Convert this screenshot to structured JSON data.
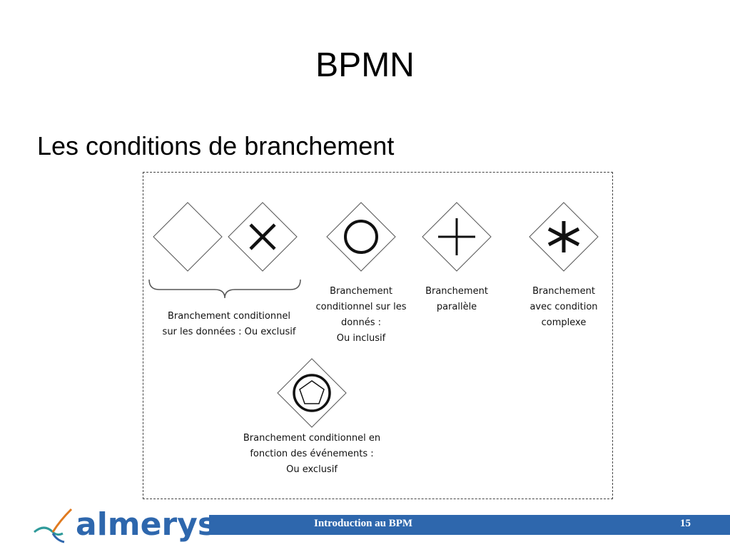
{
  "slide": {
    "title": "BPMN",
    "subtitle": "Les conditions de branchement",
    "page_number": "15"
  },
  "figure": {
    "captions": {
      "exclusive": [
        "Branchement conditionnel",
        "sur les données : Ou exclusif"
      ],
      "inclusive": [
        "Branchement",
        "conditionnel sur les",
        "donnés :",
        "Ou inclusif"
      ],
      "parallel": [
        "Branchement",
        "parallèle"
      ],
      "complex": [
        "Branchement",
        "avec condition",
        "complexe"
      ],
      "event": [
        "Branchement conditionnel en",
        "fonction des événements :",
        "Ou exclusif"
      ]
    },
    "gateway_icons": [
      "empty-diamond-icon",
      "x-diamond-icon",
      "circle-diamond-icon",
      "plus-diamond-icon",
      "asterisk-diamond-icon",
      "pentagon-diamond-icon"
    ]
  },
  "footer": {
    "title": "Introduction au BPM",
    "brand": "almerys",
    "bar_color": "#2e67ad",
    "brand_color": "#2e67ad"
  }
}
